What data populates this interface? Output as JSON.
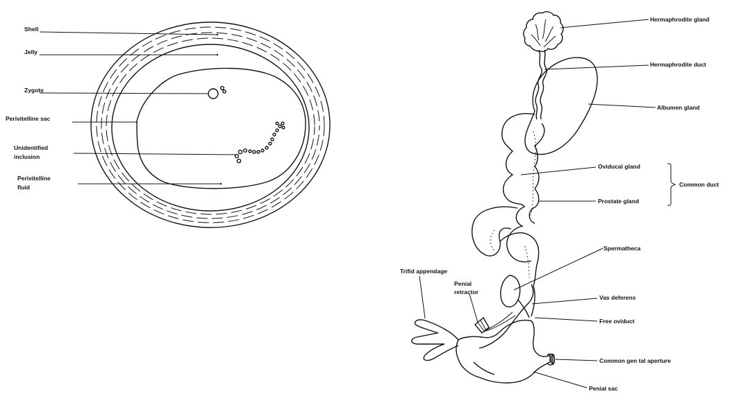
{
  "egg": {
    "labels": {
      "shell": "Shell",
      "jelly": "Jelly",
      "zygote": "Zygote",
      "perivitelline_sac": "Perivitelline sac",
      "unidentified_1": "Unidentified",
      "unidentified_2": "inclusion",
      "perivitelline_fluid_1": "Perivitelline",
      "perivitelline_fluid_2": "fluid"
    }
  },
  "reproductive_system": {
    "labels": {
      "hermaphrodite_gland": "Hermaphrodite gland",
      "hermaphrodite_duct": "Hermaphrodite duct",
      "albumen_gland": "Albumen gland",
      "oviducal_gland": "Oviducal gland",
      "prostate_gland": "Prostate gland",
      "common_duct": "Common duct",
      "spermatheca": "Spermatheca",
      "trifid_appendage": "Trifid appendage",
      "penial_retractor_1": "Penial",
      "penial_retractor_2": "retractor",
      "vas_deferens": "Vas deferens",
      "free_oviduct": "Free oviduct",
      "common_genital_aperture": "Common gen tal aperture",
      "penial_sac": "Penial sac"
    }
  }
}
